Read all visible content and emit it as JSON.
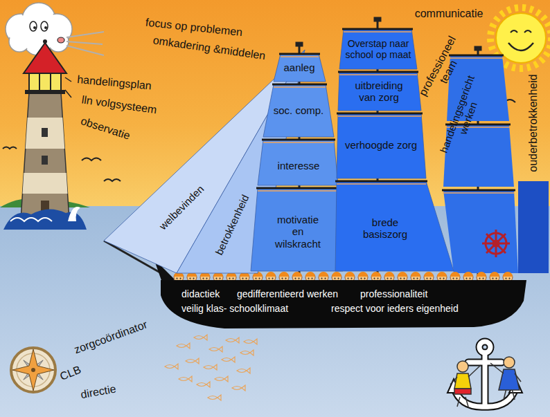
{
  "diagram": {
    "nodes": [
      {
        "text": [
          "welbevinden"
        ]
      },
      {
        "text": [
          "betrokkenheid"
        ]
      },
      {
        "text": [
          "aanleg"
        ]
      },
      {
        "text": [
          "soc. comp."
        ]
      },
      {
        "text": [
          "interesse"
        ]
      },
      {
        "text": [
          "motivatie en wilskracht"
        ]
      },
      {
        "text": [
          "Overstap naar school op maat"
        ]
      },
      {
        "text": [
          "uitbreiding van zorg"
        ]
      },
      {
        "text": [
          "verhoogde zorg"
        ]
      },
      {
        "text": [
          "brede basiszorg"
        ]
      },
      {
        "text": [
          "didactiek",
          "gedifferentieerd werken",
          "professionaliteit",
          "veilig klas- schoolklimaat",
          "respect voor ieders eigenheid"
        ]
      }
    ],
    "labels": [
      "focus op problemen",
      "omkadering &middelen",
      "communicatie",
      "handelingsplan",
      "lln volgsysteem",
      "observatie",
      "professioneel team",
      "handelingsgericht werken",
      "ouderbetrokkenheid",
      "CLB",
      "zorgcoördinator",
      "directie"
    ]
  }
}
